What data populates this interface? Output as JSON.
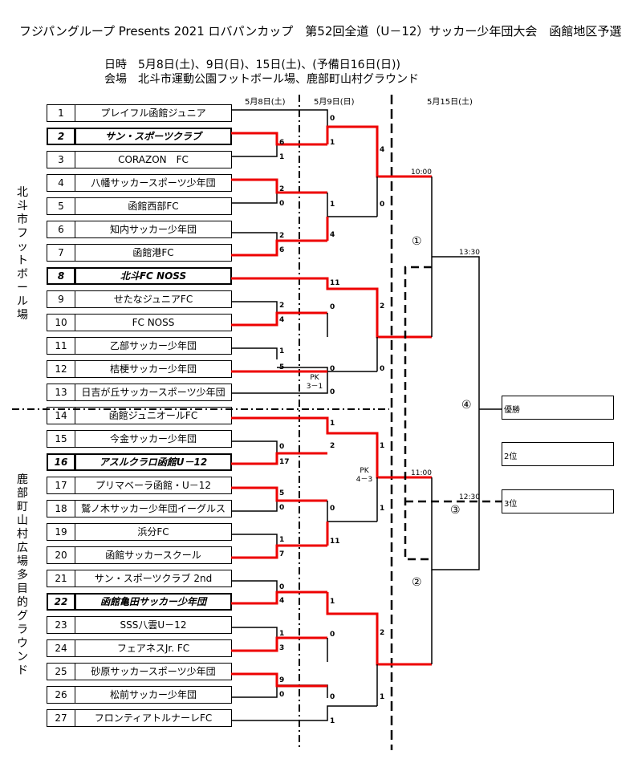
{
  "header": {
    "title": "フジパングループ Presents 2021 ロバパンカップ　第52回全道（U－12）サッカー少年団大会　函館地区予選",
    "dates": "日時　5月8日(土)、9日(日)、15日(土)、(予備日16日(日))",
    "venue": "会場　北斗市運動公園フットボール場、鹿部町山村グラウンド"
  },
  "date_headers": [
    "5月8日(土)",
    "5月9日(日)",
    "5月15日(土)"
  ],
  "venues": {
    "north": "北斗市フットボール場",
    "south": "鹿部町山村広場多目的グラウンド"
  },
  "teams": [
    {
      "no": "1",
      "name": "プレイフル函館ジュニア",
      "seed": false
    },
    {
      "no": "2",
      "name": "サン・スポーツクラブ",
      "seed": true
    },
    {
      "no": "3",
      "name": "CORAZON　FC",
      "seed": false
    },
    {
      "no": "4",
      "name": "八幡サッカースポーツ少年団",
      "seed": false
    },
    {
      "no": "5",
      "name": "函館西部FC",
      "seed": false
    },
    {
      "no": "6",
      "name": "知内サッカー少年団",
      "seed": false
    },
    {
      "no": "7",
      "name": "函館港FC",
      "seed": false
    },
    {
      "no": "8",
      "name": "北斗FC NOSS",
      "seed": true
    },
    {
      "no": "9",
      "name": "せたなジュニアFC",
      "seed": false
    },
    {
      "no": "10",
      "name": "FC NOSS",
      "seed": false
    },
    {
      "no": "11",
      "name": "乙部サッカー少年団",
      "seed": false
    },
    {
      "no": "12",
      "name": "桔梗サッカー少年団",
      "seed": false
    },
    {
      "no": "13",
      "name": "日吉が丘サッカースポーツ少年団",
      "seed": false
    },
    {
      "no": "14",
      "name": "函館ジュニオールFC",
      "seed": false
    },
    {
      "no": "15",
      "name": "今金サッカー少年団",
      "seed": false
    },
    {
      "no": "16",
      "name": "アスルクラロ函館U－12",
      "seed": true
    },
    {
      "no": "17",
      "name": "プリマベーラ函館・U－12",
      "seed": false
    },
    {
      "no": "18",
      "name": "鷲ノ木サッカー少年団イーグルス",
      "seed": false
    },
    {
      "no": "19",
      "name": "浜分FC",
      "seed": false
    },
    {
      "no": "20",
      "name": "函館サッカースクール",
      "seed": false
    },
    {
      "no": "21",
      "name": "サン・スポーツクラブ 2nd",
      "seed": false
    },
    {
      "no": "22",
      "name": "函館亀田サッカー少年団",
      "seed": true
    },
    {
      "no": "23",
      "name": "SSS八雲U－12",
      "seed": false
    },
    {
      "no": "24",
      "name": "フェアネスJr. FC",
      "seed": false
    },
    {
      "no": "25",
      "name": "砂原サッカースポーツ少年団",
      "seed": false
    },
    {
      "no": "26",
      "name": "松前サッカー少年団",
      "seed": false
    },
    {
      "no": "27",
      "name": "フロンティアトルナーレFC",
      "seed": false
    }
  ],
  "scores": {
    "r1": [
      "6",
      "1",
      "2",
      "0",
      "2",
      "6",
      "2",
      "4",
      "1",
      "5",
      "0",
      "17",
      "5",
      "0",
      "1",
      "7",
      "0",
      "4",
      "1",
      "3",
      "9",
      "0"
    ],
    "r2": [
      "0",
      "1",
      "1",
      "4",
      "11",
      "0",
      "0",
      "0",
      "1",
      "2",
      "0",
      "11",
      "1",
      "0",
      "0",
      "1"
    ],
    "r3": [
      "4",
      "0",
      "2",
      "0",
      "1",
      "1",
      "2",
      "1"
    ],
    "pk": [
      "PK",
      "3－1",
      "PK",
      "4－3"
    ]
  },
  "times": [
    "10:00",
    "13:30",
    "11:00",
    "12:30"
  ],
  "match_marks": [
    "①",
    "②",
    "③",
    "④"
  ],
  "results": {
    "champion": "優勝",
    "second": "2位",
    "third": "3位"
  }
}
